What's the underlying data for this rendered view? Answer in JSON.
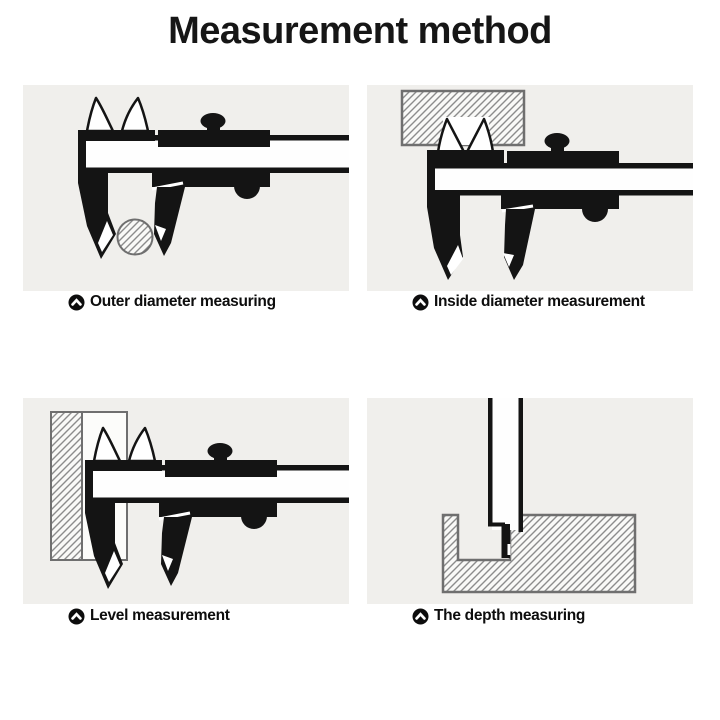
{
  "title": "Measurement method",
  "colors": {
    "panel_background": "#f0efec",
    "ink": "#141414",
    "hatch_line": "#8c8c8c",
    "workpiece_outline": "#6f6f6f",
    "caption_text": "#0d0d0d"
  },
  "panels": [
    {
      "id": "outer-diameter",
      "label": "Outer diameter measuring",
      "icon": "chevron-up-circle-icon",
      "figure": "caliper gripping round bar with lower jaws"
    },
    {
      "id": "inside-diameter",
      "label": "Inside diameter measurement",
      "icon": "chevron-up-circle-icon",
      "figure": "caliper upper jaws spread inside hole of block"
    },
    {
      "id": "level",
      "label": "Level measurement",
      "icon": "chevron-up-circle-icon",
      "figure": "caliper jaw against step of slab"
    },
    {
      "id": "depth",
      "label": "The depth measuring",
      "icon": "chevron-up-circle-icon",
      "figure": "depth rod reaching groove bottom of block"
    }
  ]
}
